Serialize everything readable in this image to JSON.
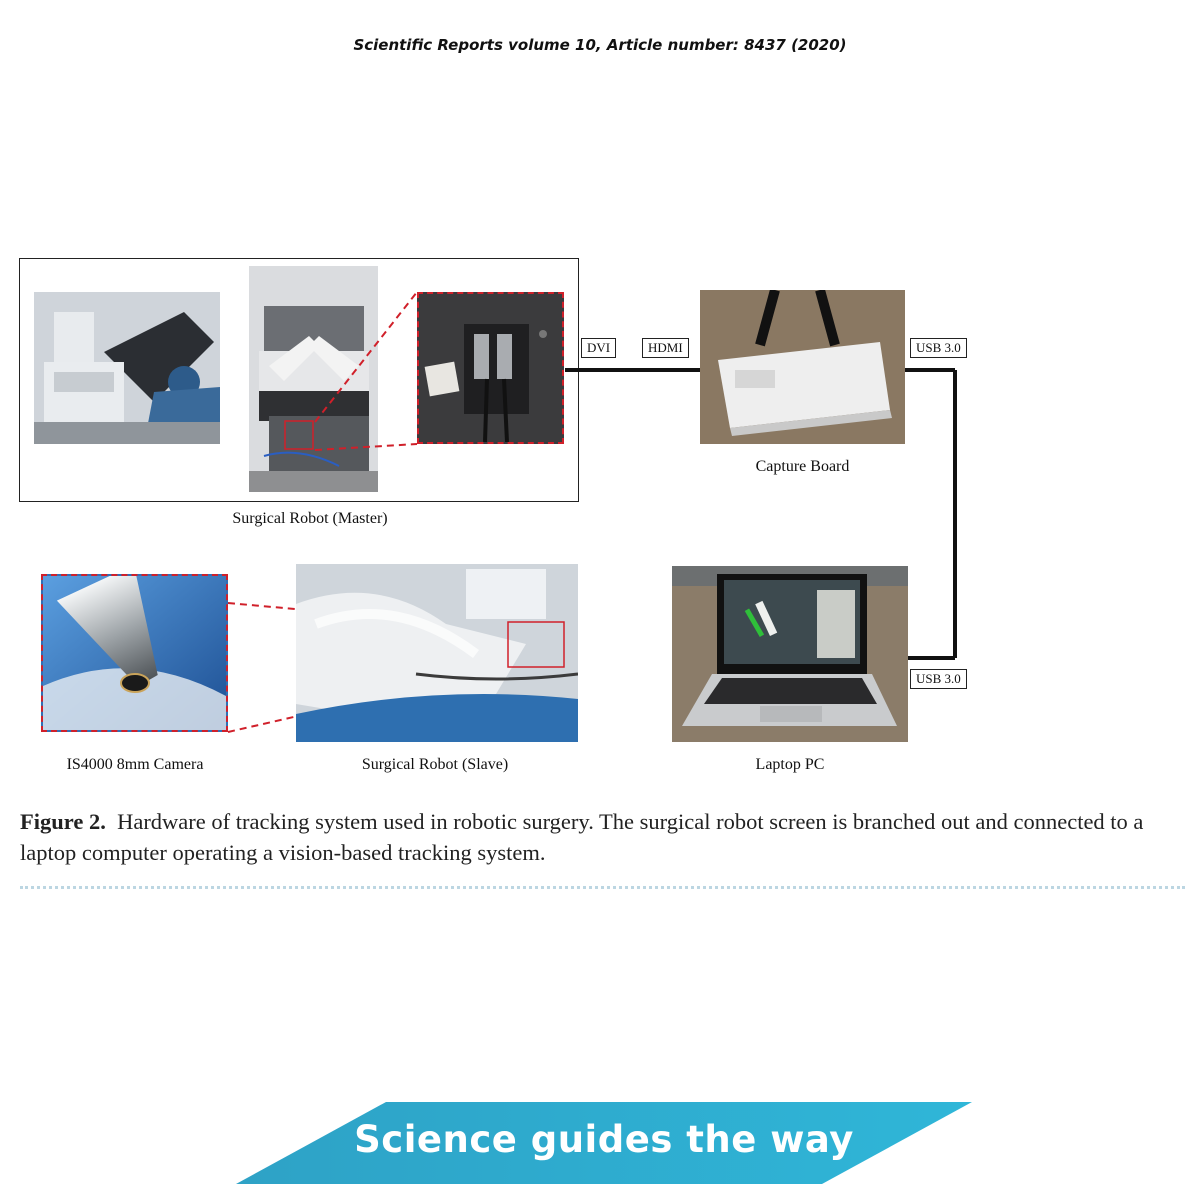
{
  "citation": "Scientific Reports volume 10, Article number: 8437 (2020)",
  "diagram": {
    "labels": {
      "master": "Surgical Robot (Master)",
      "capture_board": "Capture Board",
      "camera": "IS4000 8mm Camera",
      "slave": "Surgical Robot (Slave)",
      "laptop": "Laptop PC"
    },
    "connectors": {
      "dvi": "DVI",
      "hdmi": "HDMI",
      "usb_top": "USB 3.0",
      "usb_bottom": "USB 3.0"
    }
  },
  "figure": {
    "label": "Figure 2.",
    "caption": "Hardware of tracking system used in robotic surgery. The surgical robot screen is branched out and connected to a laptop computer operating a vision-based tracking system."
  },
  "banner": {
    "text": "Science guides the way",
    "color": "#2aa9cf"
  }
}
